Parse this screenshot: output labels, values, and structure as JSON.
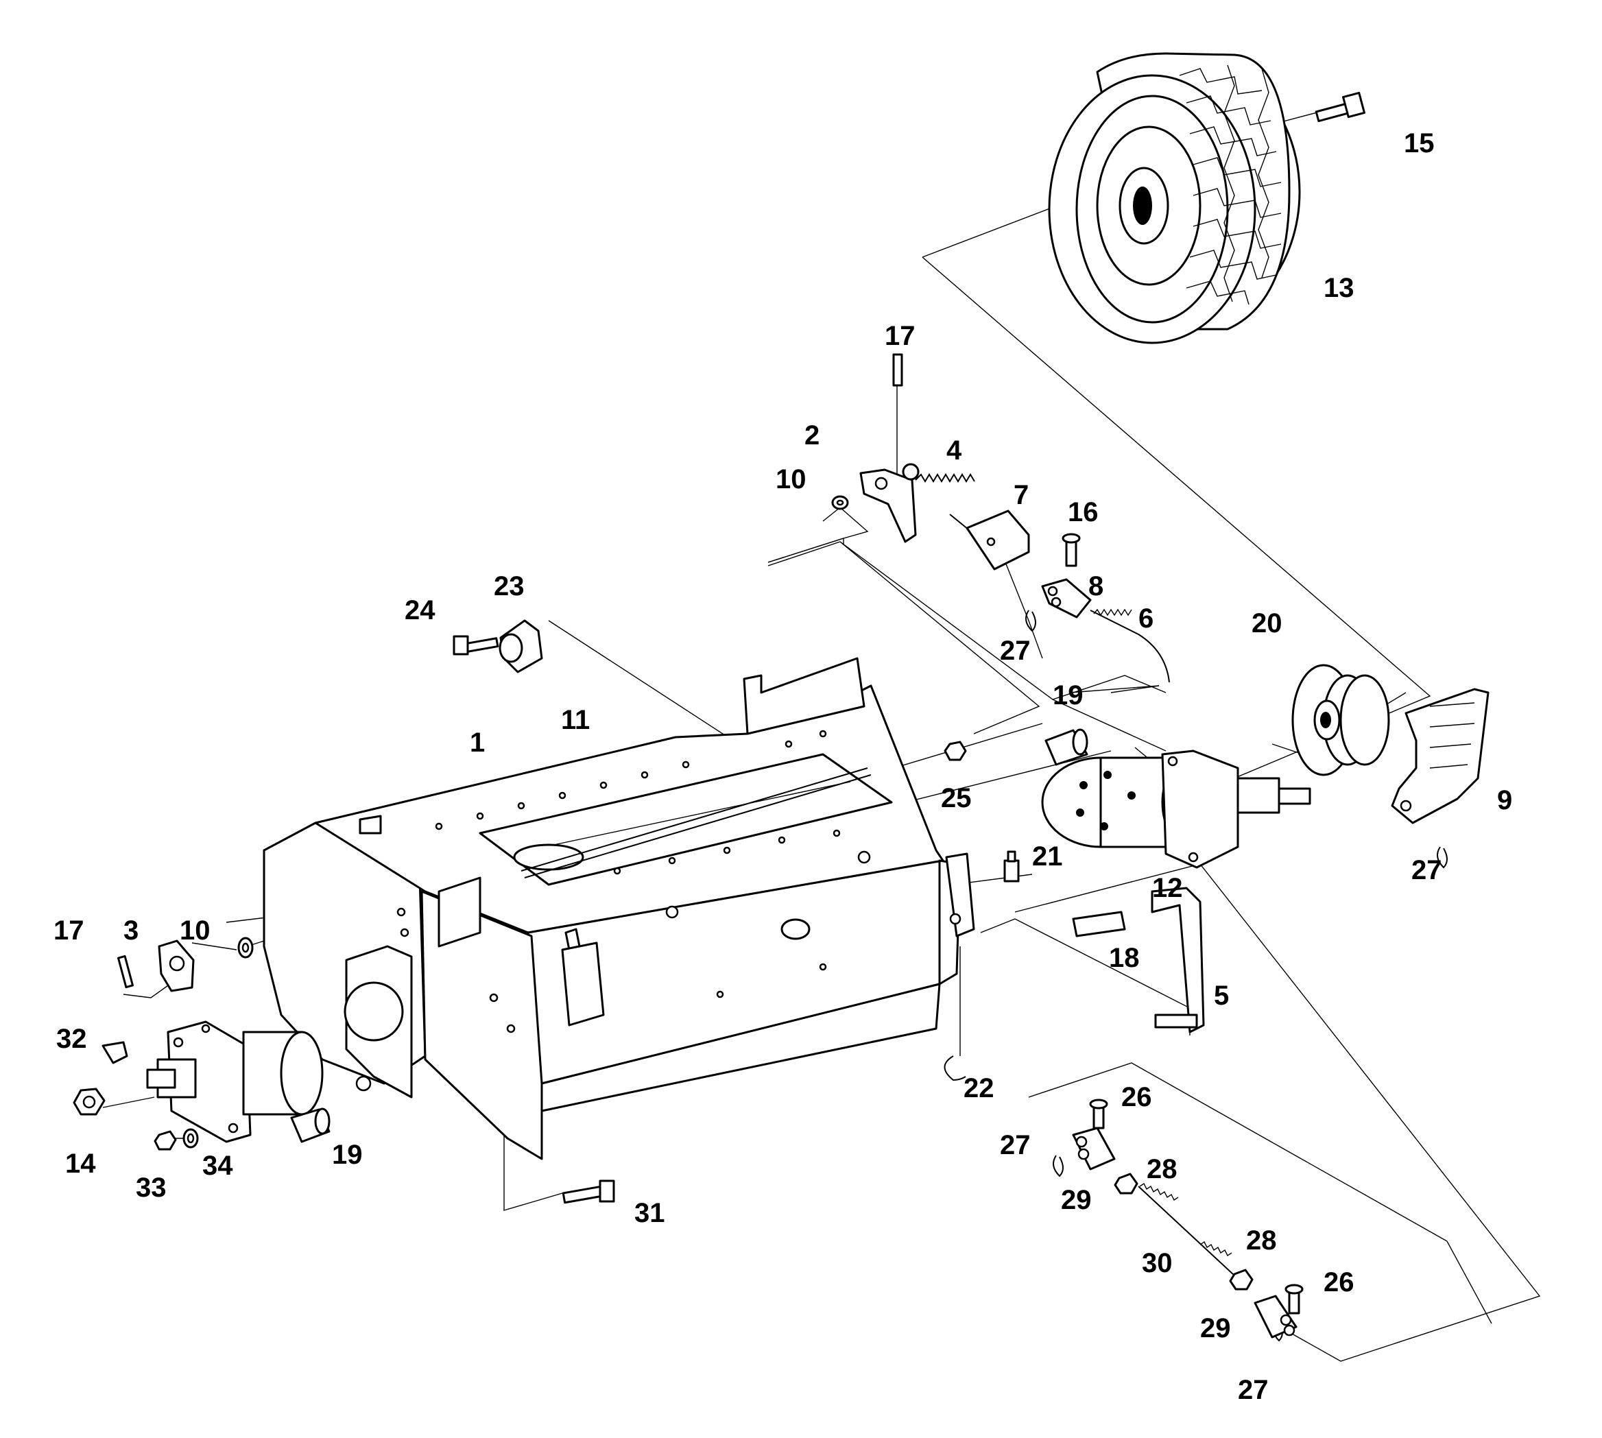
{
  "callouts": [
    {
      "id": "1",
      "text": "1"
    },
    {
      "id": "2",
      "text": "2"
    },
    {
      "id": "3",
      "text": "3"
    },
    {
      "id": "4",
      "text": "4"
    },
    {
      "id": "5",
      "text": "5"
    },
    {
      "id": "6",
      "text": "6"
    },
    {
      "id": "7",
      "text": "7"
    },
    {
      "id": "8",
      "text": "8"
    },
    {
      "id": "9",
      "text": "9"
    },
    {
      "id": "10a",
      "text": "10"
    },
    {
      "id": "10b",
      "text": "10"
    },
    {
      "id": "11",
      "text": "11"
    },
    {
      "id": "12",
      "text": "12"
    },
    {
      "id": "13",
      "text": "13"
    },
    {
      "id": "14",
      "text": "14"
    },
    {
      "id": "15",
      "text": "15"
    },
    {
      "id": "16",
      "text": "16"
    },
    {
      "id": "17a",
      "text": "17"
    },
    {
      "id": "17b",
      "text": "17"
    },
    {
      "id": "18",
      "text": "18"
    },
    {
      "id": "19a",
      "text": "19"
    },
    {
      "id": "19b",
      "text": "19"
    },
    {
      "id": "20",
      "text": "20"
    },
    {
      "id": "21",
      "text": "21"
    },
    {
      "id": "22",
      "text": "22"
    },
    {
      "id": "23",
      "text": "23"
    },
    {
      "id": "24",
      "text": "24"
    },
    {
      "id": "25",
      "text": "25"
    },
    {
      "id": "26a",
      "text": "26"
    },
    {
      "id": "26b",
      "text": "26"
    },
    {
      "id": "27a",
      "text": "27"
    },
    {
      "id": "27b",
      "text": "27"
    },
    {
      "id": "27c",
      "text": "27"
    },
    {
      "id": "27d",
      "text": "27"
    },
    {
      "id": "28a",
      "text": "28"
    },
    {
      "id": "28b",
      "text": "28"
    },
    {
      "id": "29a",
      "text": "29"
    },
    {
      "id": "29b",
      "text": "29"
    },
    {
      "id": "30",
      "text": "30"
    },
    {
      "id": "31",
      "text": "31"
    },
    {
      "id": "32",
      "text": "32"
    },
    {
      "id": "33",
      "text": "33"
    },
    {
      "id": "34",
      "text": "34"
    }
  ]
}
